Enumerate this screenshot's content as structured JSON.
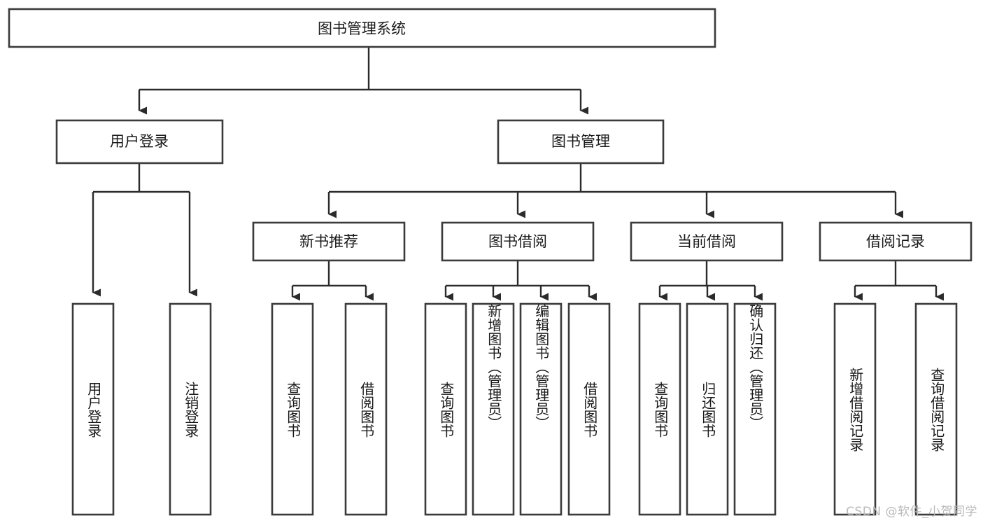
{
  "diagram": {
    "title": "图书管理系统",
    "watermark": "CSDN @软件_小贺同学",
    "colors": {
      "box_stroke": "#3b3b3b",
      "connector": "#2b2b2b",
      "background": "#ffffff",
      "text": "#1a1a1a",
      "watermark": "#b9b9b9"
    },
    "root": {
      "label": "图书管理系统"
    },
    "level2": [
      {
        "label": "用户登录"
      },
      {
        "label": "图书管理"
      }
    ],
    "level3": [
      {
        "label": "新书推荐"
      },
      {
        "label": "图书借阅"
      },
      {
        "label": "当前借阅"
      },
      {
        "label": "借阅记录"
      }
    ],
    "leaves": {
      "user_login": [
        {
          "label": "用户登录"
        },
        {
          "label": "注销登录"
        }
      ],
      "new_books": [
        {
          "label": "查询图书"
        },
        {
          "label": "借阅图书"
        }
      ],
      "book_borrow": [
        {
          "label": "查询图书"
        },
        {
          "label": "新增图书（管理员）"
        },
        {
          "label": "编辑图书（管理员）"
        },
        {
          "label": "借阅图书"
        }
      ],
      "current_borrow": [
        {
          "label": "查询图书"
        },
        {
          "label": "归还图书"
        },
        {
          "label": "确认归还（管理员）"
        }
      ],
      "borrow_records": [
        {
          "label": "新增借阅记录"
        },
        {
          "label": "查询借阅记录"
        }
      ]
    }
  }
}
